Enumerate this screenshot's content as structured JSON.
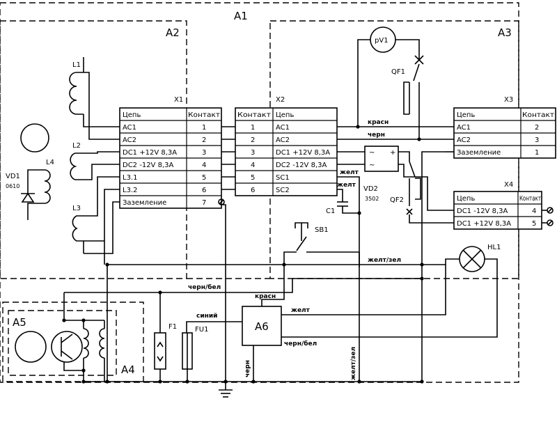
{
  "blocks": {
    "a1": "A1",
    "a2": "A2",
    "a3": "A3",
    "a4": "A4",
    "a5": "A5",
    "a6": "A6"
  },
  "components": {
    "l1": "L1",
    "l2": "L2",
    "l3": "L3",
    "l4": "L4",
    "vd1": "VD1",
    "vd1_part": "0610",
    "pv1": "pV1",
    "qf1": "QF1",
    "qf2": "QF2",
    "vd2": "VD2",
    "vd2_part": "3502",
    "c1": "C1",
    "sb1": "SB1",
    "hl1": "HL1",
    "f1": "F1",
    "fu1": "FU1",
    "plus": "+",
    "tilde": "~"
  },
  "x1": {
    "name": "X1",
    "col_circuit": "Цепь",
    "col_contact": "Контакт",
    "rows": [
      {
        "circuit": "AC1",
        "contact": "1"
      },
      {
        "circuit": "AC2",
        "contact": "2"
      },
      {
        "circuit": "DC1 +12V 8,3A",
        "contact": "3"
      },
      {
        "circuit": "DC2 -12V 8,3A",
        "contact": "4"
      },
      {
        "circuit": "L3.1",
        "contact": "5"
      },
      {
        "circuit": "L3.2",
        "contact": "6"
      },
      {
        "circuit": "Заземление",
        "contact": "7"
      }
    ]
  },
  "x2": {
    "name": "X2",
    "col_contact": "Контакт",
    "col_circuit": "Цепь",
    "rows": [
      {
        "contact": "1",
        "circuit": "AC1"
      },
      {
        "contact": "2",
        "circuit": "AC2"
      },
      {
        "contact": "3",
        "circuit": "DC1 +12V 8,3A"
      },
      {
        "contact": "4",
        "circuit": "DC2 -12V 8,3A"
      },
      {
        "contact": "5",
        "circuit": "SC1"
      },
      {
        "contact": "6",
        "circuit": "SC2"
      }
    ]
  },
  "x3": {
    "name": "X3",
    "col_circuit": "Цепь",
    "col_contact": "Контакт",
    "rows": [
      {
        "circuit": "AC1",
        "contact": "2"
      },
      {
        "circuit": "AC2",
        "contact": "3"
      },
      {
        "circuit": "Заземление",
        "contact": "1"
      }
    ]
  },
  "x4": {
    "name": "X4",
    "col_circuit": "Цепь",
    "col_contact": "Контакт",
    "rows": [
      {
        "circuit": "DC1 -12V 8,3A",
        "contact": "4"
      },
      {
        "circuit": "DC1 +12V 8,3A",
        "contact": "5"
      }
    ]
  },
  "wires": {
    "krasn_top": "красн",
    "chern_top": "черн",
    "zhelt_1": "желт",
    "zhelt_2": "желт",
    "zhelt_zel_h": "желт/зел",
    "chern_bel_1": "черн/бел",
    "krasn_a6": "красн",
    "sinii": "синий",
    "zhelt_a6": "желт",
    "chern_bel_2": "черн/бел",
    "chern_v": "черн",
    "zhelt_zel_v": "желт/зел"
  }
}
